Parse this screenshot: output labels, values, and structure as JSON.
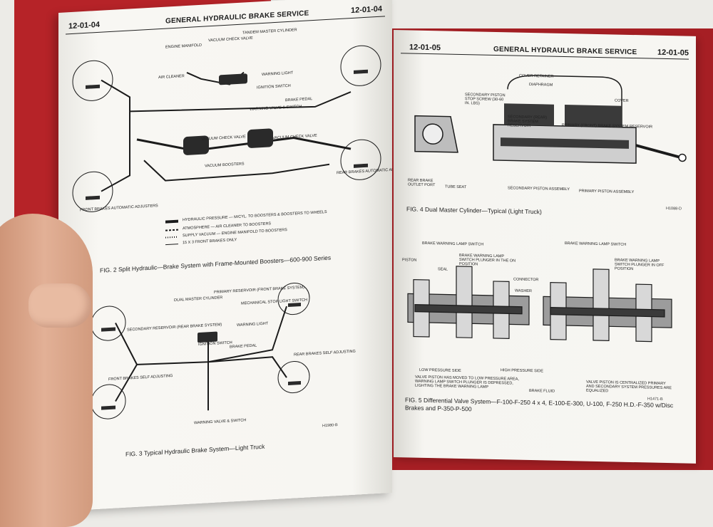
{
  "left_page": {
    "page_number_left": "12-01-04",
    "section_title": "GENERAL HYDRAULIC BRAKE SERVICE",
    "page_number_right": "12-01-04",
    "fig2": {
      "labels": {
        "engine_manifold": "ENGINE MANIFOLD",
        "vacuum_check_valve_top": "VACUUM CHECK VALVE",
        "tandem_master_cylinder": "TANDEM MASTER CYLINDER",
        "air_cleaner": "AIR CLEANER",
        "warning_light": "WARNING LIGHT",
        "ignition_switch": "IGNITION SWITCH",
        "brake_pedal": "BRAKE PEDAL",
        "warning_valve_switch": "WARNING VALVE & SWITCH",
        "vacuum_check_valve_mid": "VACUUM CHECK VALVE",
        "vacuum_check_valve_right": "VACUUM CHECK VALVE",
        "vacuum_boosters": "VACUUM BOOSTERS",
        "rear_brakes_auto": "REAR BRAKES AUTOMATIC ADJUSTERS",
        "front_brakes_auto": "FRONT BRAKES AUTOMATIC ADJUSTERS"
      },
      "legend": [
        "HYDRAULIC PRESSURE — M/CYL. TO BOOSTERS & BOOSTERS TO WHEELS",
        "ATMOSPHERE — AIR CLEANER TO BOOSTERS",
        "SUPPLY VACUUM — ENGINE MANIFOLD TO BOOSTERS",
        "15 x 3 FRONT BRAKES ONLY"
      ],
      "caption": "FIG. 2  Split Hydraulic—Brake System with Frame-Mounted Boosters—600-900 Series"
    },
    "fig3": {
      "labels": {
        "dual_master_cylinder": "DUAL MASTER CYLINDER",
        "primary_reservoir": "PRIMARY RESERVOIR (FRONT BRAKE SYSTEM)",
        "mechanical_stop_light_switch": "MECHANICAL STOP LIGHT SWITCH",
        "secondary_reservoir": "SECONDARY RESERVOIR (REAR BRAKE SYSTEM)",
        "warning_light": "WARNING LIGHT",
        "ignition_switch": "IGNITION SWITCH",
        "brake_pedal": "BRAKE PEDAL",
        "rear_brakes_self": "REAR BRAKES SELF ADJUSTING",
        "front_brakes_self": "FRONT BRAKES SELF ADJUSTING",
        "warning_valve_switch": "WARNING VALVE & SWITCH"
      },
      "code": "H1980-B",
      "caption": "FIG. 3  Typical Hydraulic Brake System—Light Truck"
    }
  },
  "right_page": {
    "page_number_left": "12-01-05",
    "section_title": "GENERAL HYDRAULIC BRAKE SERVICE",
    "page_number_right": "12-01-05",
    "fig4": {
      "labels": {
        "cover_retainer": "COVER RETAINER",
        "diaphragm": "DIAPHRAGM",
        "cover": "COVER",
        "secondary_piston_stop_screw": "SECONDARY PISTON STOP SCREW (30-60 IN. LBS)",
        "secondary_rear_reservoir": "SECONDARY (REAR) BRAKE SYSTEM RESERVOIR",
        "primary_front_reservoir": "PRIMARY (FRONT) BRAKE SYSTEM RESERVOIR",
        "rear_brake_outlet_port": "REAR BRAKE OUTLET PORT",
        "tube_seat": "TUBE SEAT",
        "secondary_piston_assembly": "SECONDARY PISTON ASSEMBLY",
        "primary_piston_assembly": "PRIMARY PISTON ASSEMBLY"
      },
      "code": "H1088-D",
      "caption": "FIG. 4  Dual Master Cylinder—Typical (Light Truck)"
    },
    "fig5": {
      "labels": {
        "warning_lamp_switch_left": "BRAKE WARNING LAMP SWITCH",
        "warning_lamp_switch_right": "BRAKE WARNING LAMP SWITCH",
        "piston": "PISTON",
        "seal": "SEAL",
        "plunger_on": "BRAKE WARNING LAMP SWITCH PLUNGER IN THE ON POSITION",
        "plunger_off": "BRAKE WARNING LAMP SWITCH PLUNGER IN OFF POSITION",
        "connector": "CONNECTOR",
        "washer": "WASHER",
        "low_pressure_side": "LOW PRESSURE SIDE",
        "high_pressure_side": "HIGH PRESSURE SIDE",
        "valve_moved": "VALVE PISTON HAS MOVED TO LOW PRESSURE AREA, WARNING LAMP SWITCH PLUNGER IS DEPRESSED, LIGHTING THE BRAKE WARNING LAMP",
        "brake_fluid": "BRAKE FLUID",
        "valve_centralized": "VALVE PISTON IS CENTRALIZED PRIMARY AND SECONDARY SYSTEM PRESSURES ARE EQUALIZED"
      },
      "code": "H1471-B",
      "caption": "FIG. 5  Differential Valve System—F-100-F-250 4 x 4, E-100-E-300, U-100, F-250 H.D.-F-350 w/Disc Brakes and P-350-P-500"
    }
  }
}
